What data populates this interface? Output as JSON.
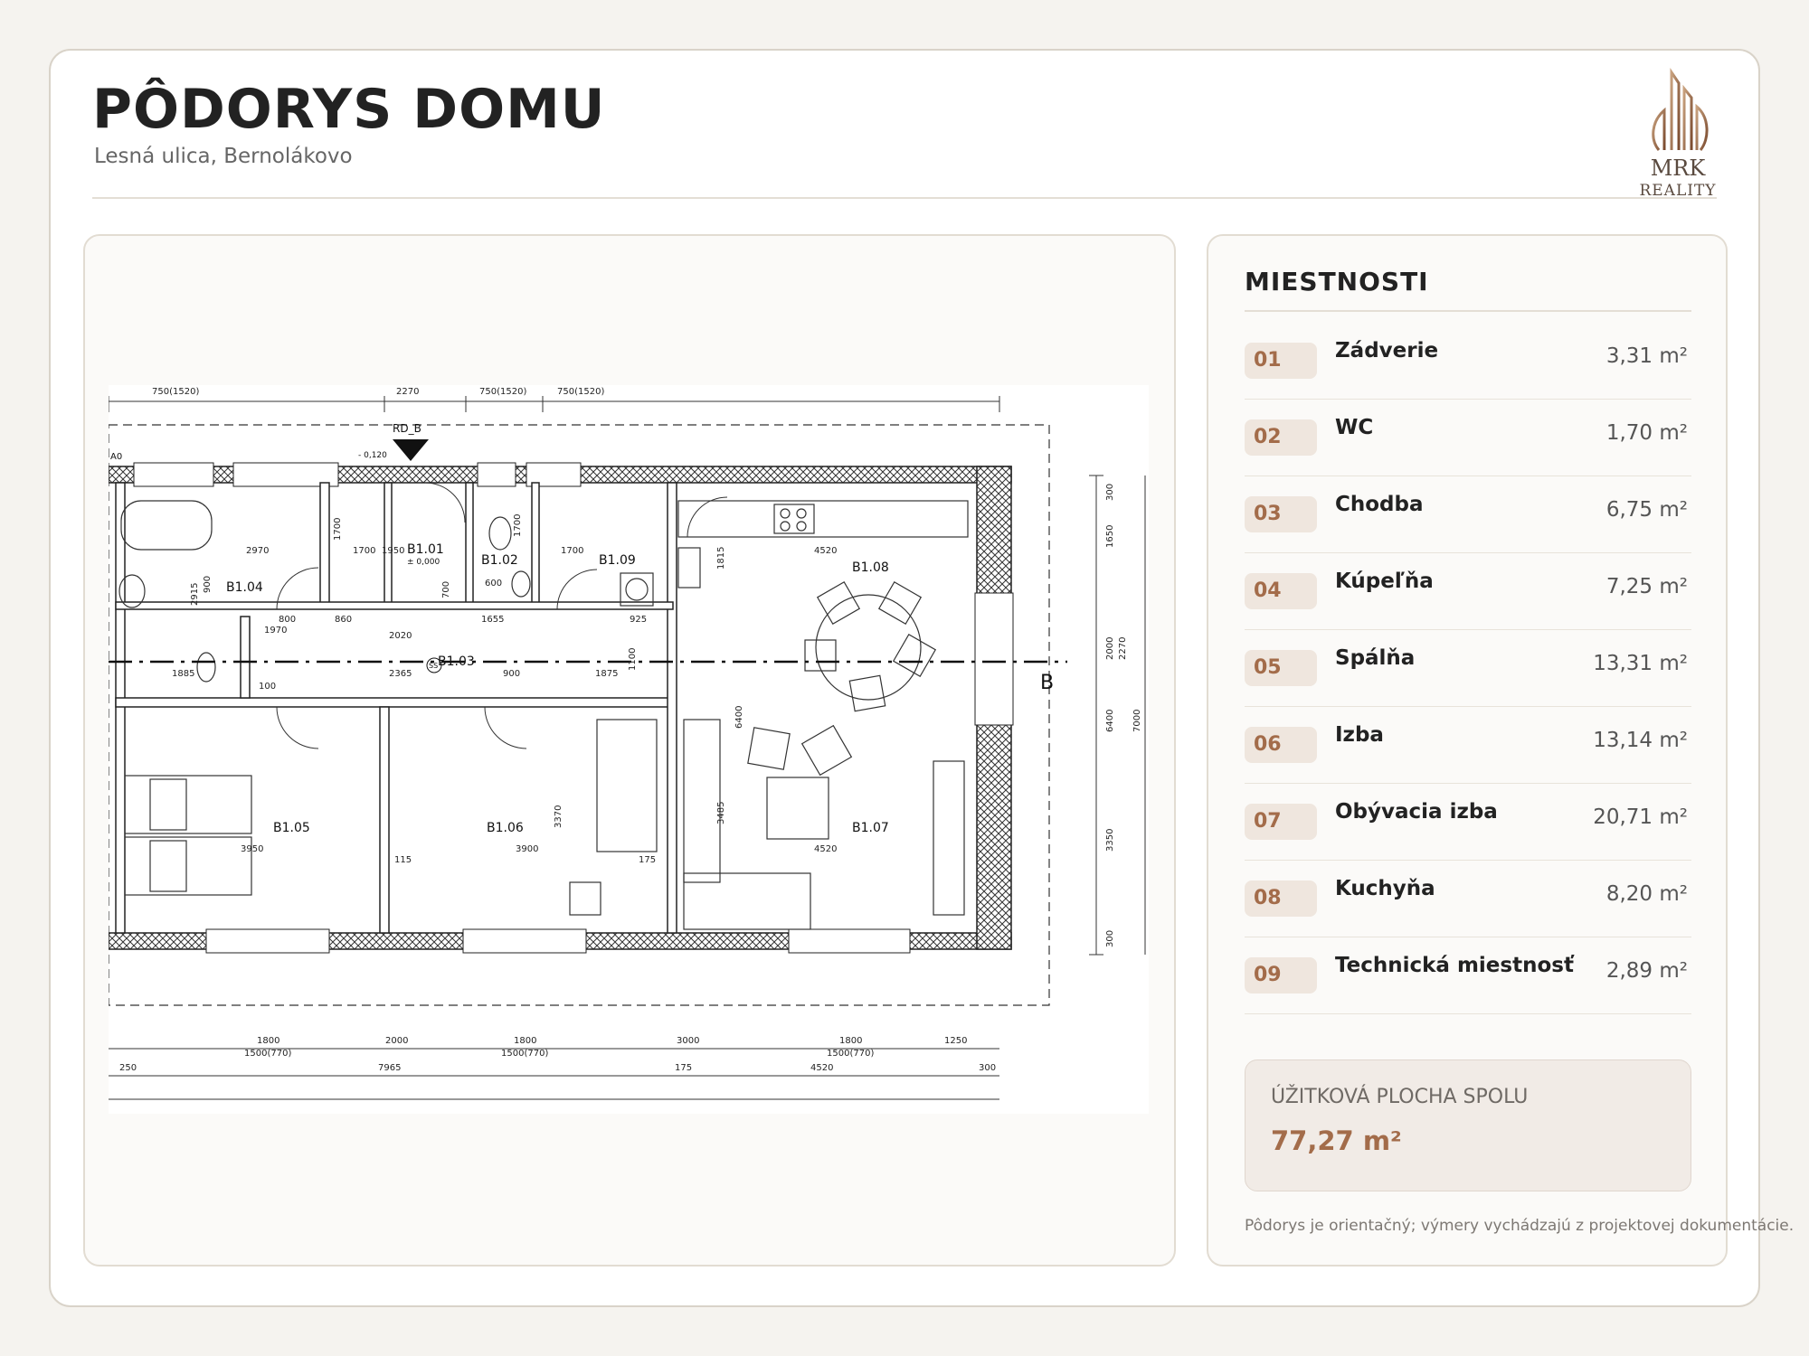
{
  "header": {
    "title": "PÔDORYS DOMU",
    "subtitle": "Lesná ulica, Bernolákovo",
    "logo_text_1": "MRK",
    "logo_text_2": "REALITY"
  },
  "plan": {
    "room_codes": [
      "B1.01",
      "B1.02",
      "B1.03",
      "B1.04",
      "B1.05",
      "B1.06",
      "B1.07",
      "B1.08",
      "B1.09"
    ],
    "top_dimensions": [
      "750(1520)",
      "2270",
      "750(1520)",
      "750(1520)"
    ],
    "bottom_dimensions": [
      "1800",
      "1500(770)",
      "2000",
      "1800",
      "1500(770)",
      "3000",
      "1800",
      "1500(770)",
      "1250",
      "250",
      "7965",
      "175",
      "4520",
      "300"
    ],
    "right_dimensions": [
      "300",
      "1650",
      "2000",
      "2270",
      "6400",
      "7000",
      "3350",
      "300"
    ],
    "inner_dimensions": [
      "2970",
      "1700",
      "1700",
      "1950",
      "1700",
      "1700",
      "4520",
      "2915",
      "900",
      "1970",
      "800",
      "600",
      "700",
      "2020",
      "860",
      "1655",
      "925",
      "1815",
      "1885",
      "2365",
      "900",
      "1875",
      "1100",
      "6400",
      "3370",
      "3950",
      "3900",
      "3485",
      "4520",
      "175",
      "115",
      "100"
    ],
    "section_mark": "RD_B",
    "section_letter": "B",
    "level_marks": [
      "- 0,120",
      "± 0,000"
    ],
    "axis_mark": "A0",
    "misc_mark": "SS"
  },
  "rooms": {
    "title": "MIESTNOSTI",
    "items": [
      {
        "num": "01",
        "name": "Zádverie",
        "area": "3,31 m²"
      },
      {
        "num": "02",
        "name": "WC",
        "area": "1,70 m²"
      },
      {
        "num": "03",
        "name": "Chodba",
        "area": "6,75 m²"
      },
      {
        "num": "04",
        "name": "Kúpeľňa",
        "area": "7,25 m²"
      },
      {
        "num": "05",
        "name": "Spálňa",
        "area": "13,31 m²"
      },
      {
        "num": "06",
        "name": "Izba",
        "area": "13,14 m²"
      },
      {
        "num": "07",
        "name": "Obývacia izba",
        "area": "20,71 m²"
      },
      {
        "num": "08",
        "name": "Kuchyňa",
        "area": "8,20 m²"
      },
      {
        "num": "09",
        "name": "Technická miestnosť",
        "area": "2,89 m²"
      }
    ],
    "total_label": "ÚŽITKOVÁ PLOCHA SPOLU",
    "total_value": "77,27 m²"
  },
  "footnote": "Pôdorys je orientačný; výmery vychádzajú z projektovej dokumentácie.",
  "colors": {
    "accent": "#a36c4a",
    "badge_bg": "#efe6de",
    "text": "#222222",
    "page_bg": "#f5f3ef"
  }
}
